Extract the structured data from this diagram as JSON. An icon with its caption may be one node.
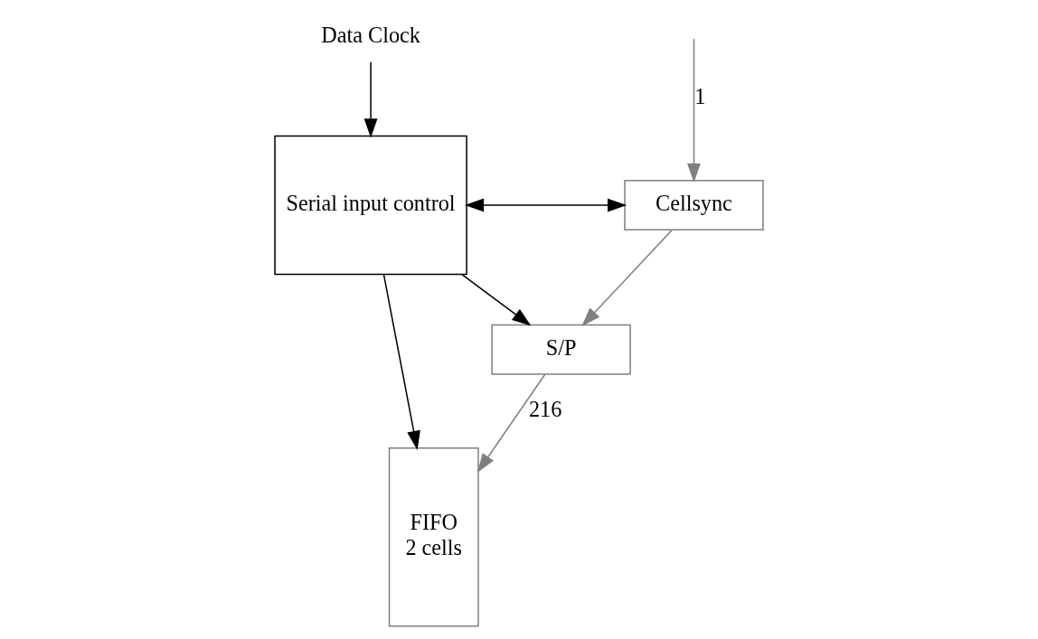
{
  "diagram": {
    "nodes": [
      {
        "text": [
          "Data Clock"
        ]
      },
      {
        "text": [
          "Serial input control"
        ]
      },
      {
        "text": [
          "Cellsync"
        ]
      },
      {
        "text": [
          "S/P"
        ]
      },
      {
        "text": [
          "FIFO",
          "2 cells"
        ]
      }
    ],
    "edges": [
      {
        "from": 0,
        "to": 1,
        "arrow": "to"
      },
      {
        "from": null,
        "to": 2,
        "arrow": "to",
        "label": "1",
        "color": "#808080"
      },
      {
        "from": 1,
        "to": 2,
        "arrow": "both"
      },
      {
        "from": 2,
        "to": 3,
        "arrow": "to",
        "color": "#808080"
      },
      {
        "from": 1,
        "to": 3,
        "arrow": "to"
      },
      {
        "from": 3,
        "to": 4,
        "arrow": "to",
        "label": "216",
        "color": "#808080"
      },
      {
        "from": 1,
        "to": 4,
        "arrow": "to"
      }
    ]
  }
}
